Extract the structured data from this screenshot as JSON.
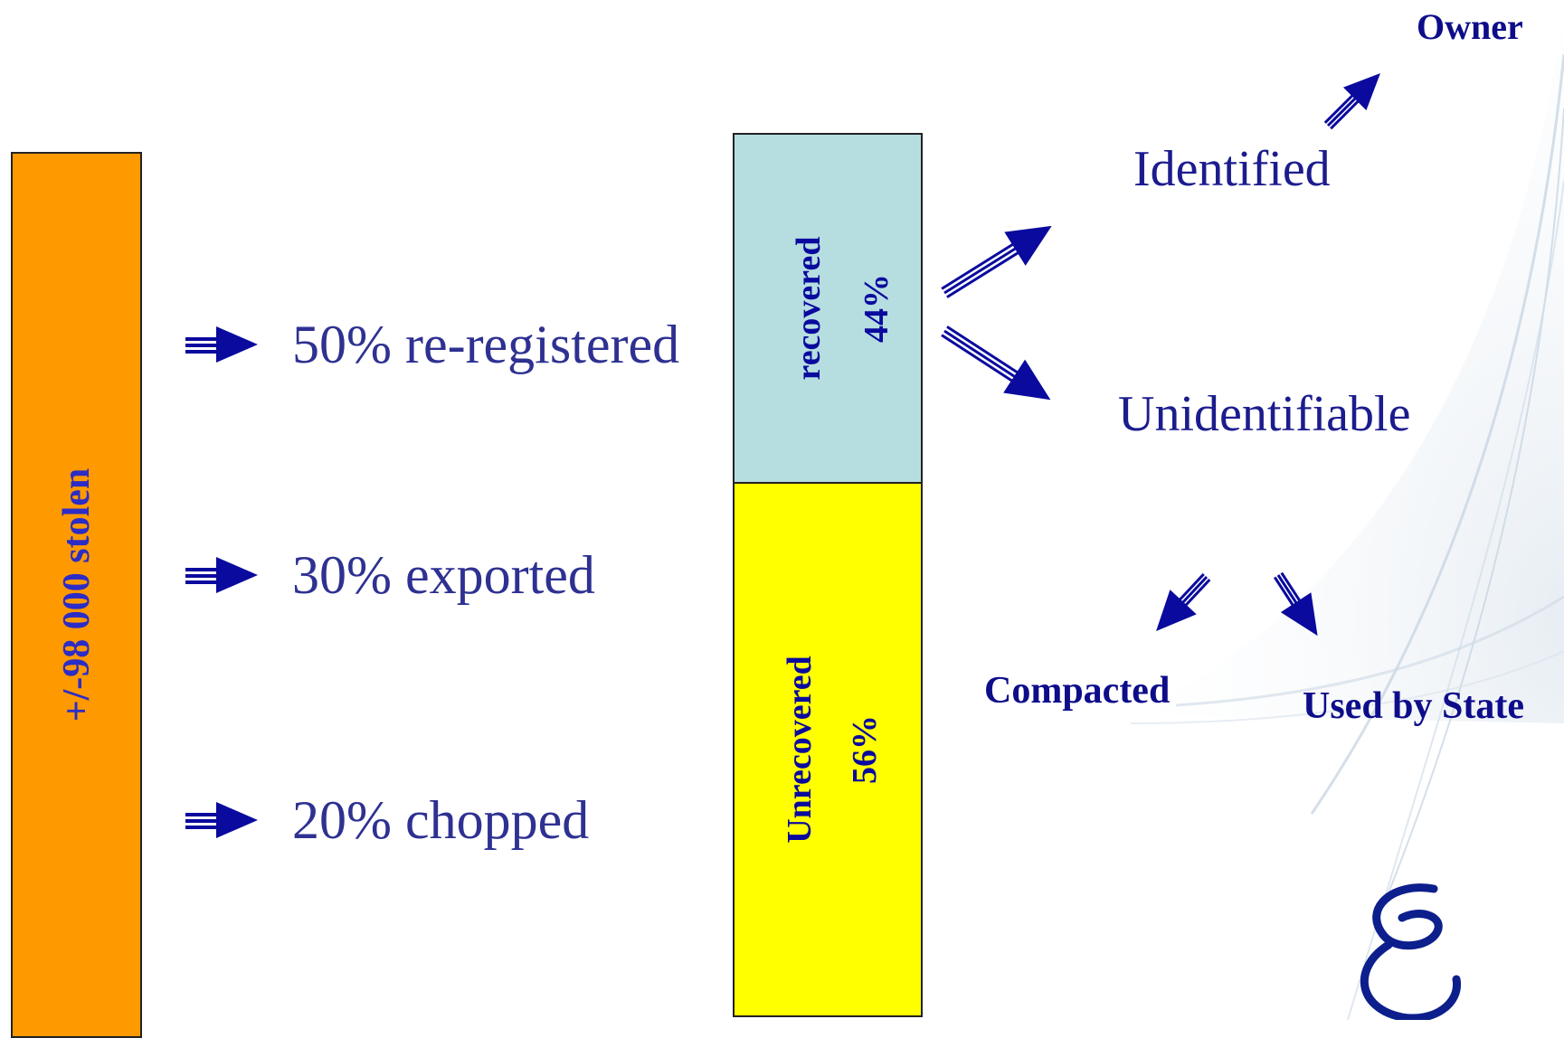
{
  "stolen": {
    "label": "+/-98 000 stolen",
    "color": "#ff9900"
  },
  "fates": [
    {
      "text": "50% re-registered"
    },
    {
      "text": "30% exported"
    },
    {
      "text": "20% chopped"
    }
  ],
  "recovery_bar": {
    "recovered": {
      "label": "recovered",
      "percent": "44%",
      "share": 0.44,
      "color": "#b6dee0"
    },
    "unrecovered": {
      "label": "Unrecovered",
      "percent": "56%",
      "share": 0.56,
      "color": "#ffff00"
    }
  },
  "outcomes": {
    "identified": "Identified",
    "unidentifiable": "Unidentifiable",
    "owner": "Owner",
    "compacted": "Compacted",
    "used_by_state": "Used by State"
  },
  "colors": {
    "arrow": "#0a0a9e",
    "text_blue": "#2e3191"
  },
  "icons": {
    "arrow": "double-arrow-icon",
    "logo": "swirl-logo"
  }
}
